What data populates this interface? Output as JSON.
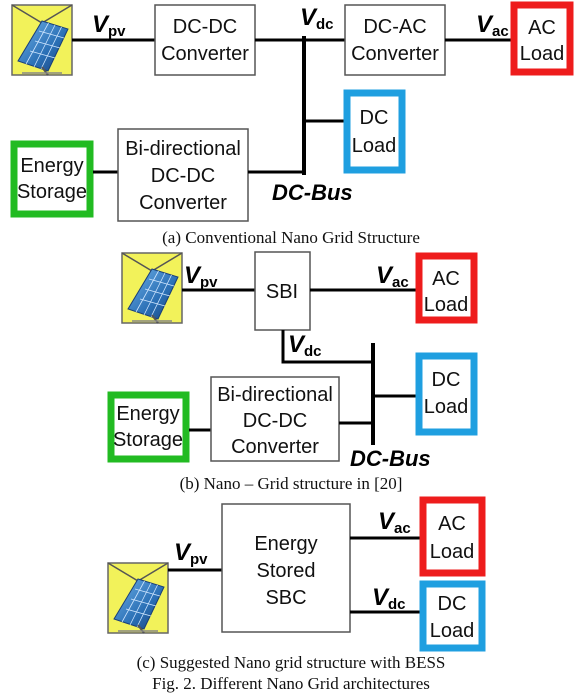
{
  "diagram_a": {
    "pv_label_main": "V",
    "pv_label_sub": "pv",
    "dcdc_line1": "DC-DC",
    "dcdc_line2": "Converter",
    "vdc_main": "V",
    "vdc_sub": "dc",
    "dcac_line1": "DC-AC",
    "dcac_line2": "Converter",
    "vac_main": "V",
    "vac_sub": "ac",
    "ac_load_line1": "AC",
    "ac_load_line2": "Load",
    "dc_load_line1": "DC",
    "dc_load_line2": "Load",
    "storage_line1": "Energy",
    "storage_line2": "Storage",
    "bidir_line1": "Bi-directional",
    "bidir_line2": "DC-DC",
    "bidir_line3": "Converter",
    "bus_label": "DC-Bus",
    "caption": "(a) Conventional Nano Grid Structure"
  },
  "diagram_b": {
    "pv_label_main": "V",
    "pv_label_sub": "pv",
    "sbi_label": "SBI",
    "vac_main": "V",
    "vac_sub": "ac",
    "ac_load_line1": "AC",
    "ac_load_line2": "Load",
    "vdc_main": "V",
    "vdc_sub": "dc",
    "dc_load_line1": "DC",
    "dc_load_line2": "Load",
    "storage_line1": "Energy",
    "storage_line2": "Storage",
    "bidir_line1": "Bi-directional",
    "bidir_line2": "DC-DC",
    "bidir_line3": "Converter",
    "bus_label": "DC-Bus",
    "caption": "(b) Nano – Grid structure in [20]"
  },
  "diagram_c": {
    "pv_label_main": "V",
    "pv_label_sub": "pv",
    "sbc_line1": "Energy",
    "sbc_line2": "Stored",
    "sbc_line3": "SBC",
    "vac_main": "V",
    "vac_sub": "ac",
    "ac_load_line1": "AC",
    "ac_load_line2": "Load",
    "vdc_main": "V",
    "vdc_sub": "dc",
    "dc_load_line1": "DC",
    "dc_load_line2": "Load",
    "caption": "(c) Suggested Nano grid structure with BESS"
  },
  "figure_caption": "Fig. 2. Different Nano Grid architectures",
  "colors": {
    "ac_load_border": "#ee1c1c",
    "dc_load_border": "#1f9fe0",
    "storage_border": "#22bb22",
    "panel_frame": "#e8e84a",
    "panel_cells": "#2a6fb5"
  },
  "icons": [
    "solar-panel-icon"
  ]
}
